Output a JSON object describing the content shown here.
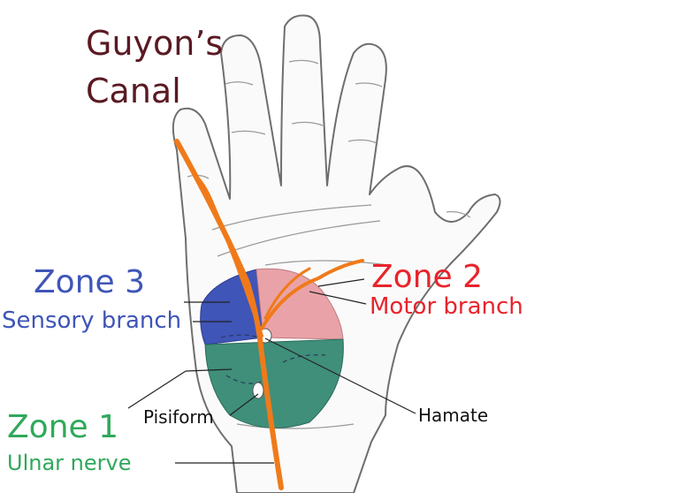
{
  "title": {
    "line1": "Guyon’s",
    "line2": "Canal"
  },
  "zones": {
    "zone3": {
      "label": "Zone 3",
      "sub": "Sensory branch",
      "color": "#3f55b8"
    },
    "zone2": {
      "label": "Zone 2",
      "sub": "Motor branch",
      "color": "#e8242c"
    },
    "zone1": {
      "label": "Zone 1",
      "sub": "Ulnar nerve",
      "color": "#2fa85a"
    }
  },
  "landmarks": {
    "pisiform": "Pisiform",
    "hamate": "Hamate"
  },
  "colors": {
    "nerve": "#f07a1a",
    "title": "#5a1a22",
    "zone3_fill": "#3f55b8",
    "zone2_fill": "#e9a3a8",
    "zone1_fill": "#3f8f7a",
    "skin_outline": "#6e6e6e"
  }
}
